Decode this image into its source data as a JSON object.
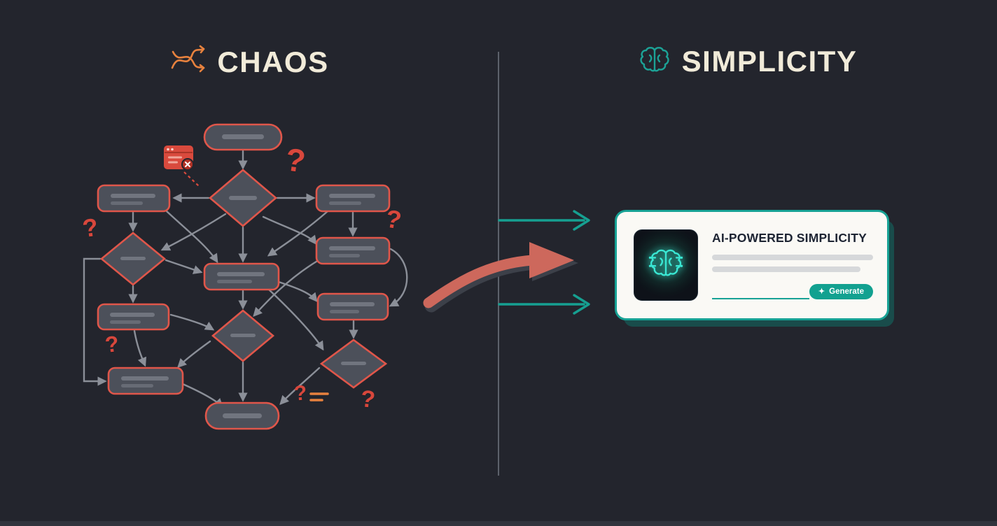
{
  "page": {
    "bg_color": "#23252d",
    "divider_color": "#5d616b"
  },
  "chaos": {
    "title": "CHAOS",
    "icon": "tangle-icon",
    "question_mark": "?",
    "node_border_color": "#e0564a",
    "connector_color": "#8b8f98",
    "error_icon": "error-window-icon"
  },
  "transition": {
    "curved_arrow_color": "#cd685c",
    "teal_arrow_color": "#16a091"
  },
  "simplicity": {
    "title": "SIMPLICITY",
    "icon": "brain-icon",
    "accent_color": "#17a295",
    "card": {
      "title": "AI-POWERED SIMPLICITY",
      "tile_icon": "glowing-brain-icon",
      "input": "prompt-underline-input",
      "button": {
        "label": "Generate",
        "sparkle": "✦",
        "color": "#12a190"
      }
    }
  }
}
